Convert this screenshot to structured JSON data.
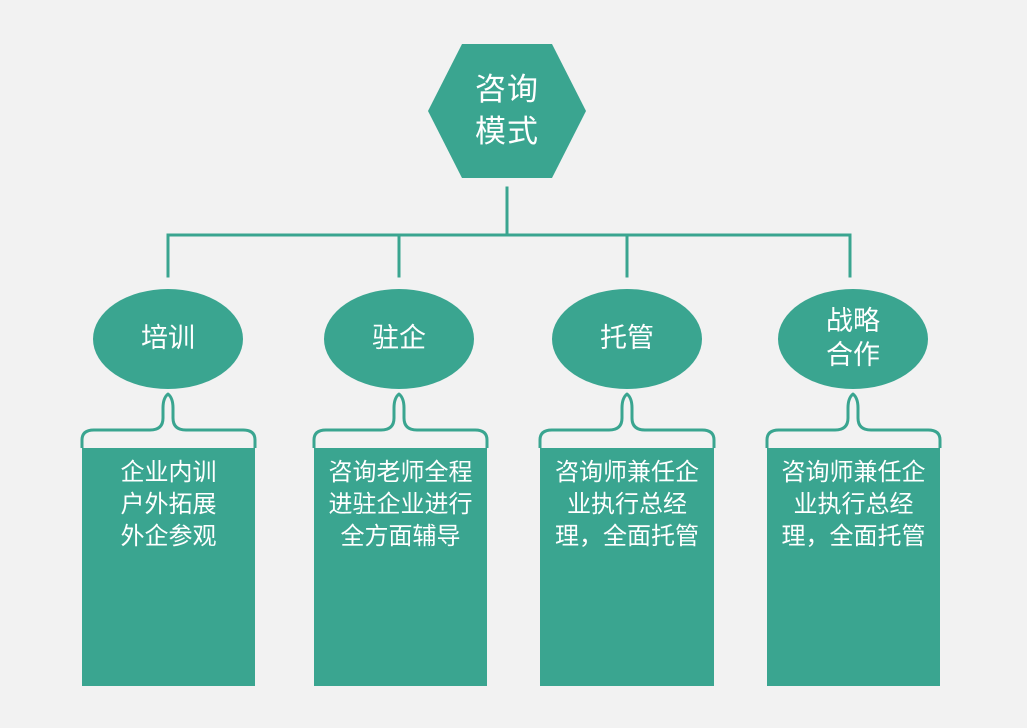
{
  "colors": {
    "background": "#f2f2f2",
    "node_fill": "#3aa590",
    "connector": "#3aa590",
    "text": "#ffffff"
  },
  "root": {
    "label": "咨询模式",
    "shape": "hexagon"
  },
  "branches": [
    {
      "label": "培训",
      "shape": "ellipse",
      "detail": "企业内训户外拓展外企参观"
    },
    {
      "label": "驻企",
      "shape": "ellipse",
      "detail": "咨询老师全程进驻企业进行全方面辅导"
    },
    {
      "label": "托管",
      "shape": "ellipse",
      "detail": "咨询师兼任企业执行总经理，全面托管"
    },
    {
      "label": "战略合作",
      "shape": "ellipse",
      "detail": "咨询师兼任企业执行总经理，全面托管"
    }
  ]
}
